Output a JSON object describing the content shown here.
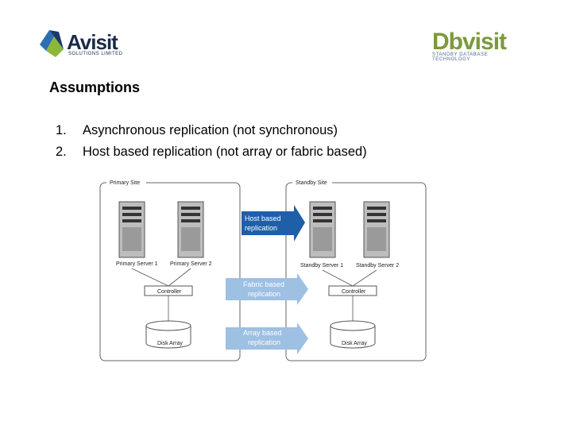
{
  "logos": {
    "left": {
      "name": "Avisit",
      "sub": "SOLUTIONS LIMITED"
    },
    "right": {
      "name": "Dbvisit",
      "sub": "STANDBY DATABASE TECHNOLOGY"
    }
  },
  "slide": {
    "title": "Assumptions",
    "items": [
      {
        "num": "1.",
        "text": "Asynchronous replication (not synchronous)"
      },
      {
        "num": "2.",
        "text": "Host based replication (not array or fabric based)"
      }
    ]
  },
  "diagram": {
    "primary_site": "Primary Site",
    "standby_site": "Standby Site",
    "servers": [
      "Primary Server 1",
      "Primary Server 2",
      "Standby Server 1",
      "Standby Server 2"
    ],
    "controller": "Controller",
    "disk_array": "Disk Array",
    "arrows": [
      {
        "line1": "Host based",
        "line2": "replication",
        "highlighted": true
      },
      {
        "line1": "Fabric based",
        "line2": "replication",
        "highlighted": false
      },
      {
        "line1": "Array based",
        "line2": "replication",
        "highlighted": false
      }
    ],
    "colors": {
      "highlight": "#1f5fa8",
      "muted": "#9dc0e3"
    }
  }
}
